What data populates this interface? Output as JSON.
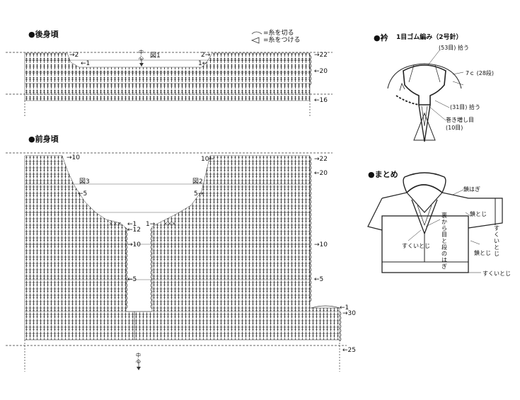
{
  "back": {
    "title": "●後身頃",
    "fig_label": "図1",
    "center_mark": "中心",
    "row_marks": {
      "r22": "→22",
      "r20": "←20",
      "r16": "←16",
      "left2": "→2",
      "left1": "←1",
      "right2": "2→",
      "right1": "1←"
    }
  },
  "legend": {
    "cut_yarn": "=糸を切る",
    "attach_yarn": "=糸をつける"
  },
  "front": {
    "title": "●前身頃",
    "fig3": "図3",
    "fig2": "図2",
    "center_mark": "中心",
    "row_marks": {
      "l10": "→10",
      "l5": "←5",
      "l1": "←1",
      "l12": "←12",
      "l10b": "→10",
      "l5b": "←5",
      "r10": "10←",
      "r5": "5→",
      "r1": "1→",
      "r22": "→22",
      "r20": "←20",
      "r10b": "→10",
      "r5b": "←5",
      "r30": "→30",
      "r25": "←25",
      "c1": "←1",
      "xxx_l": "×××",
      "xxx_r": "×××"
    }
  },
  "collar": {
    "title": "●衿",
    "subtitle": "1目ゴム編み（2号針）",
    "pick53": "(53目) 拾う",
    "rows7": "7ｃ (28段)",
    "pick31": "(31目) 拾う",
    "cast_on": "巻き増し目",
    "cast_count": "(10目)"
  },
  "finish": {
    "title": "●まとめ",
    "kusari_top": "鎖はぎ",
    "kusari_toji": "鎖とじ",
    "back_seam": "裏から目と段のはぎ",
    "sukui_left": "すくいとじ",
    "sukui_right": "すくいとじ",
    "kusari_toji2": "鎖とじ",
    "sukui_bottom": "すくいとじ"
  }
}
